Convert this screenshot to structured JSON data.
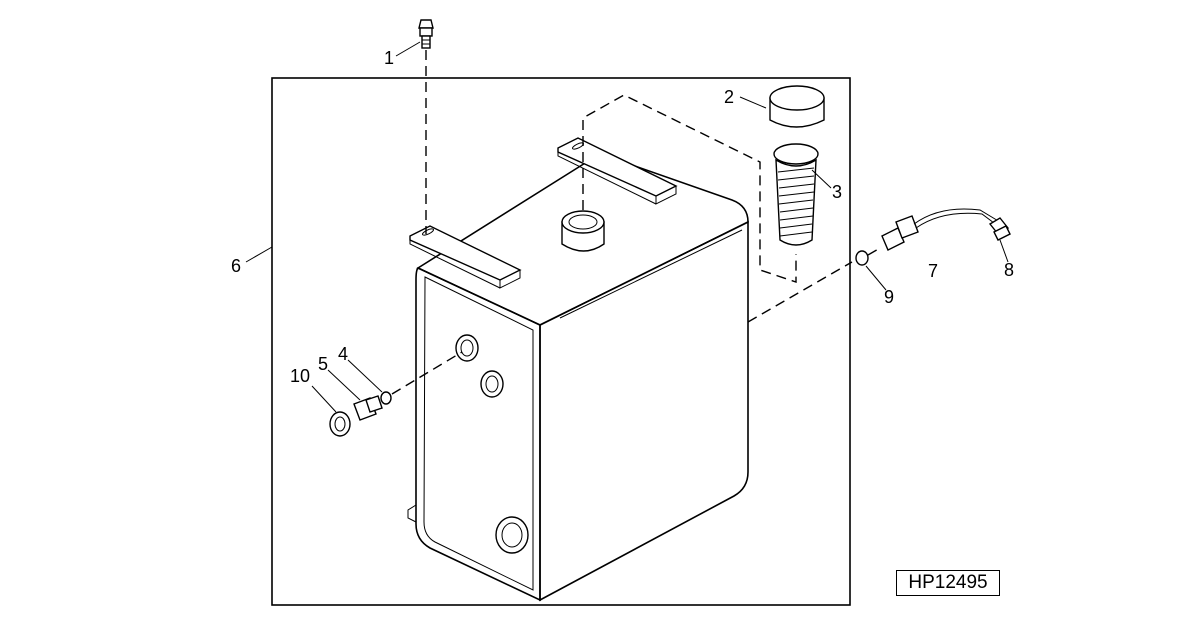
{
  "diagram": {
    "reference_code": "HP12495",
    "callouts": [
      "1",
      "2",
      "3",
      "4",
      "5",
      "6",
      "7",
      "8",
      "9",
      "10"
    ]
  }
}
